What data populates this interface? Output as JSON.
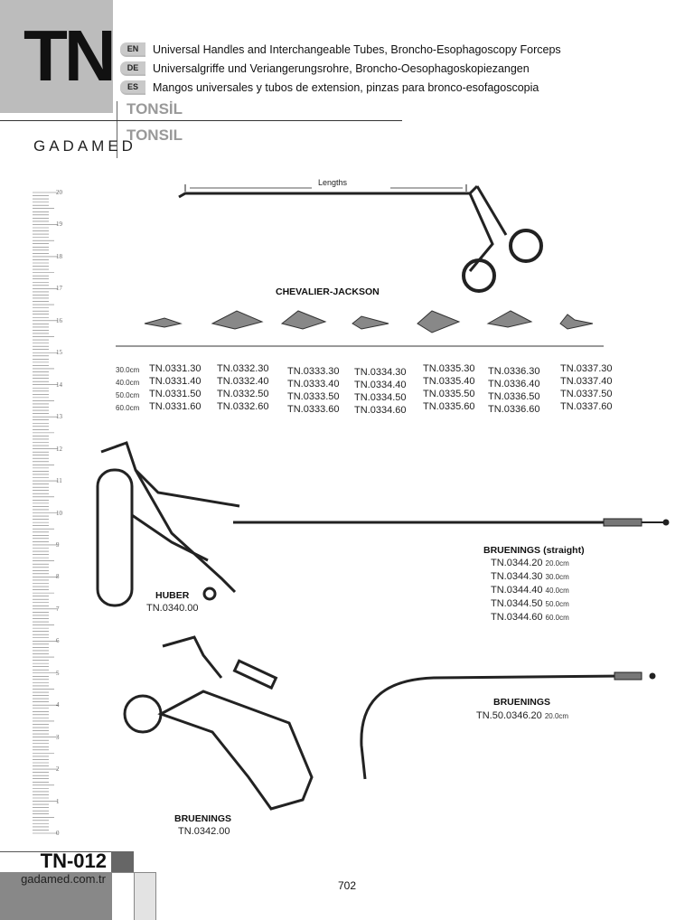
{
  "header": {
    "code": "TN",
    "languages": [
      {
        "tag": "EN",
        "text": "Universal Handles and Interchangeable Tubes, Broncho-Esophagoscopy Forceps"
      },
      {
        "tag": "DE",
        "text": "Universalgriffe und Veriangerungsrohre, Broncho-Oesophagoskopiezangen"
      },
      {
        "tag": "ES",
        "text": "Mangos universales y tubos de extension, pinzas para bronco-esofagoscopia"
      }
    ],
    "category_tr": "TONSİL",
    "category_en": "TONSIL",
    "logo": "GADAMED"
  },
  "ruler": [
    "20",
    "19",
    "18",
    "17",
    "16",
    "15",
    "14",
    "13",
    "12",
    "11",
    "10",
    "9",
    "8",
    "7",
    "6",
    "5",
    "4",
    "3",
    "2",
    "1",
    "0"
  ],
  "chevalier": {
    "lengths_label": "Lengths",
    "title": "CHEVALIER-JACKSON",
    "lengths": [
      "30.0cm",
      "40.0cm",
      "50.0cm",
      "60.0cm"
    ],
    "columns": [
      [
        "TN.0331.30",
        "TN.0331.40",
        "TN.0331.50",
        "TN.0331.60"
      ],
      [
        "TN.0332.30",
        "TN.0332.40",
        "TN.0332.50",
        "TN.0332.60"
      ],
      [
        "TN.0333.30",
        "TN.0333.40",
        "TN.0333.50",
        "TN.0333.60"
      ],
      [
        "TN.0334.30",
        "TN.0334.40",
        "TN.0334.50",
        "TN.0334.60"
      ],
      [
        "TN.0335.30",
        "TN.0335.40",
        "TN.0335.50",
        "TN.0335.60"
      ],
      [
        "TN.0336.30",
        "TN.0336.40",
        "TN.0336.50",
        "TN.0336.60"
      ],
      [
        "TN.0337.30",
        "TN.0337.40",
        "TN.0337.50",
        "TN.0337.60"
      ]
    ]
  },
  "huber": {
    "name": "HUBER",
    "code": "TN.0340.00"
  },
  "bruenings_straight": {
    "name": "BRUENINGS",
    "note": "(straight)",
    "items": [
      {
        "code": "TN.0344.20",
        "len": "20.0cm"
      },
      {
        "code": "TN.0344.30",
        "len": "30.0cm"
      },
      {
        "code": "TN.0344.40",
        "len": "40.0cm"
      },
      {
        "code": "TN.0344.50",
        "len": "50.0cm"
      },
      {
        "code": "TN.0344.60",
        "len": "60.0cm"
      }
    ]
  },
  "bruenings_curved": {
    "name": "BRUENINGS",
    "code": "TN.50.0346.20",
    "len": "20.0cm"
  },
  "bruenings_handle": {
    "name": "BRUENINGS",
    "code": "TN.0342.00"
  },
  "footer": {
    "code": "TN-012",
    "site": "gadamed.com.tr",
    "page": "702"
  }
}
